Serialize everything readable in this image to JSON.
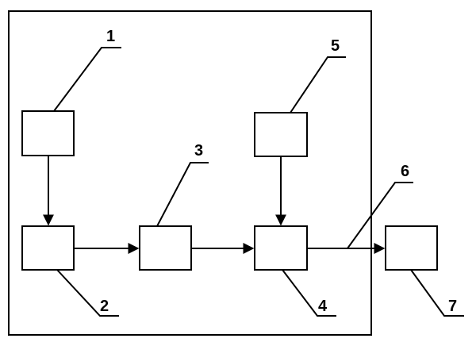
{
  "diagram": {
    "labels": {
      "block1": "1",
      "block2": "2",
      "block3": "3",
      "block4": "4",
      "block5": "5",
      "connection6": "6",
      "block7": "7"
    },
    "stroke_color": "#000000",
    "background": "#ffffff"
  }
}
